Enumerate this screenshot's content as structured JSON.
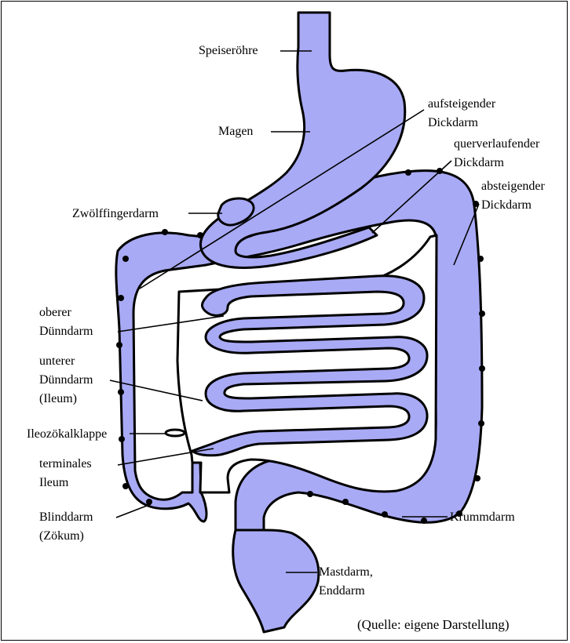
{
  "labels": {
    "esophagus": "Speiseröhre",
    "stomach": "Magen",
    "ascending_colon": [
      "aufsteigender",
      "Dickdarm"
    ],
    "transverse_colon": [
      "querverlaufender",
      "Dickdarm"
    ],
    "descending_colon": [
      "absteigender",
      "Dickdarm"
    ],
    "duodenum": "Zwölffingerdarm",
    "upper_small_intestine": [
      "oberer",
      "Dünndarm"
    ],
    "lower_small_intestine": [
      "unterer",
      "Dünndarm",
      "(Ileum)"
    ],
    "ileocecal_valve": "Ileozökalklappe",
    "terminal_ileum": [
      "terminales",
      "Ileum"
    ],
    "cecum": [
      "Blinddarm",
      "(Zökum)"
    ],
    "sigmoid_colon": "Krummdarm",
    "rectum": [
      "Mastdarm,",
      "Enddarm"
    ]
  },
  "source": "(Quelle: eigene Darstellung)",
  "colors": {
    "organ_fill": "#a8aaf5",
    "outline": "#000000",
    "background": "#ffffff"
  }
}
